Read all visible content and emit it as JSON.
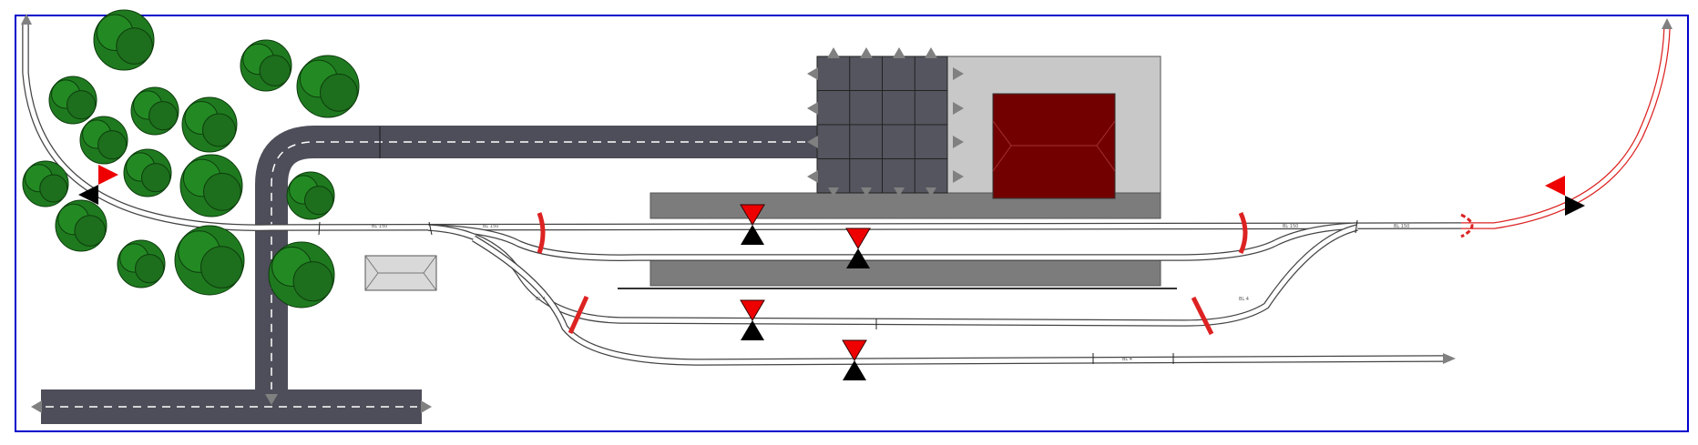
{
  "diagram": {
    "kind": "model-railway-layout",
    "colors": {
      "frame": "#0000cc",
      "rail": "#444444",
      "active_rail": "#dd2222",
      "road": "#4e4e5a",
      "road_marking": "#ffffff",
      "platform": "#7c7c7c",
      "building": "#c8c8c8",
      "roof": "#720000",
      "container_yard": "#55555f",
      "tree": "#1f7a1f",
      "signal_red": "#ee0000",
      "signal_black": "#000000",
      "arrow": "#808080"
    },
    "icons": [
      "tree-icon",
      "signal-icon",
      "flag-signal-icon",
      "track-end-arrow-icon",
      "road-end-arrow-icon",
      "buffer-stop-icon"
    ],
    "track_labels": {
      "main_left_a": "BL 150",
      "main_left_b": "BL 150",
      "main_right_a": "BL 150",
      "main_right_b": "BL 150",
      "lower_left": "BL 4",
      "lower_right": "BL 4",
      "siding": "BL 4"
    }
  }
}
